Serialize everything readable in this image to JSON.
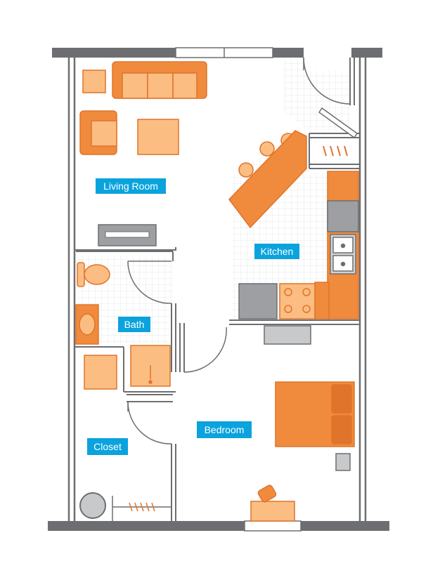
{
  "floor_plan": {
    "rooms": [
      {
        "id": "living-room",
        "label": "Living Room"
      },
      {
        "id": "kitchen",
        "label": "Kitchen"
      },
      {
        "id": "bath",
        "label": "Bath"
      },
      {
        "id": "bedroom",
        "label": "Bedroom"
      },
      {
        "id": "closet",
        "label": "Closet"
      }
    ]
  },
  "colors": {
    "wall": "#6d6e71",
    "wall_dark": "#58595b",
    "furniture_dark": "#f08a3c",
    "furniture_light": "#fbbd82",
    "furniture_stroke": "#e0742a",
    "appliance": "#9d9fa2",
    "tile_grid": "#e6e7e8",
    "label_bg": "#0aa3dd"
  },
  "icons": [
    "sofa-icon",
    "armchair-icon",
    "coffee-table-icon",
    "tv-console-icon",
    "toilet-icon",
    "sink-icon",
    "shower-icon",
    "bed-icon",
    "stove-icon",
    "washer-dryer-icon",
    "door-swing-icon"
  ]
}
